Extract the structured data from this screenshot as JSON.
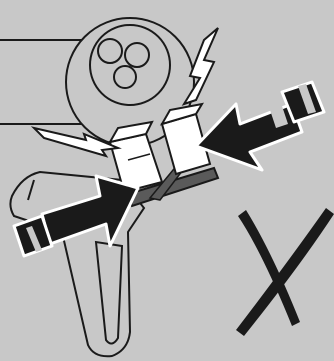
{
  "diagram": {
    "background_color": "#c8c8c8",
    "line_color": "#1a1a1a",
    "fill_color": "#ffffff",
    "parts": {
      "tool_body": "hair-dryer-style-tool",
      "vent_holes": 3,
      "clip": "double-clip-with-base",
      "arrows": "two-thick-arrows-pressing-clip",
      "sparks": "two-impact-sparks",
      "mark": "cross-mark-wrong-usage"
    }
  }
}
